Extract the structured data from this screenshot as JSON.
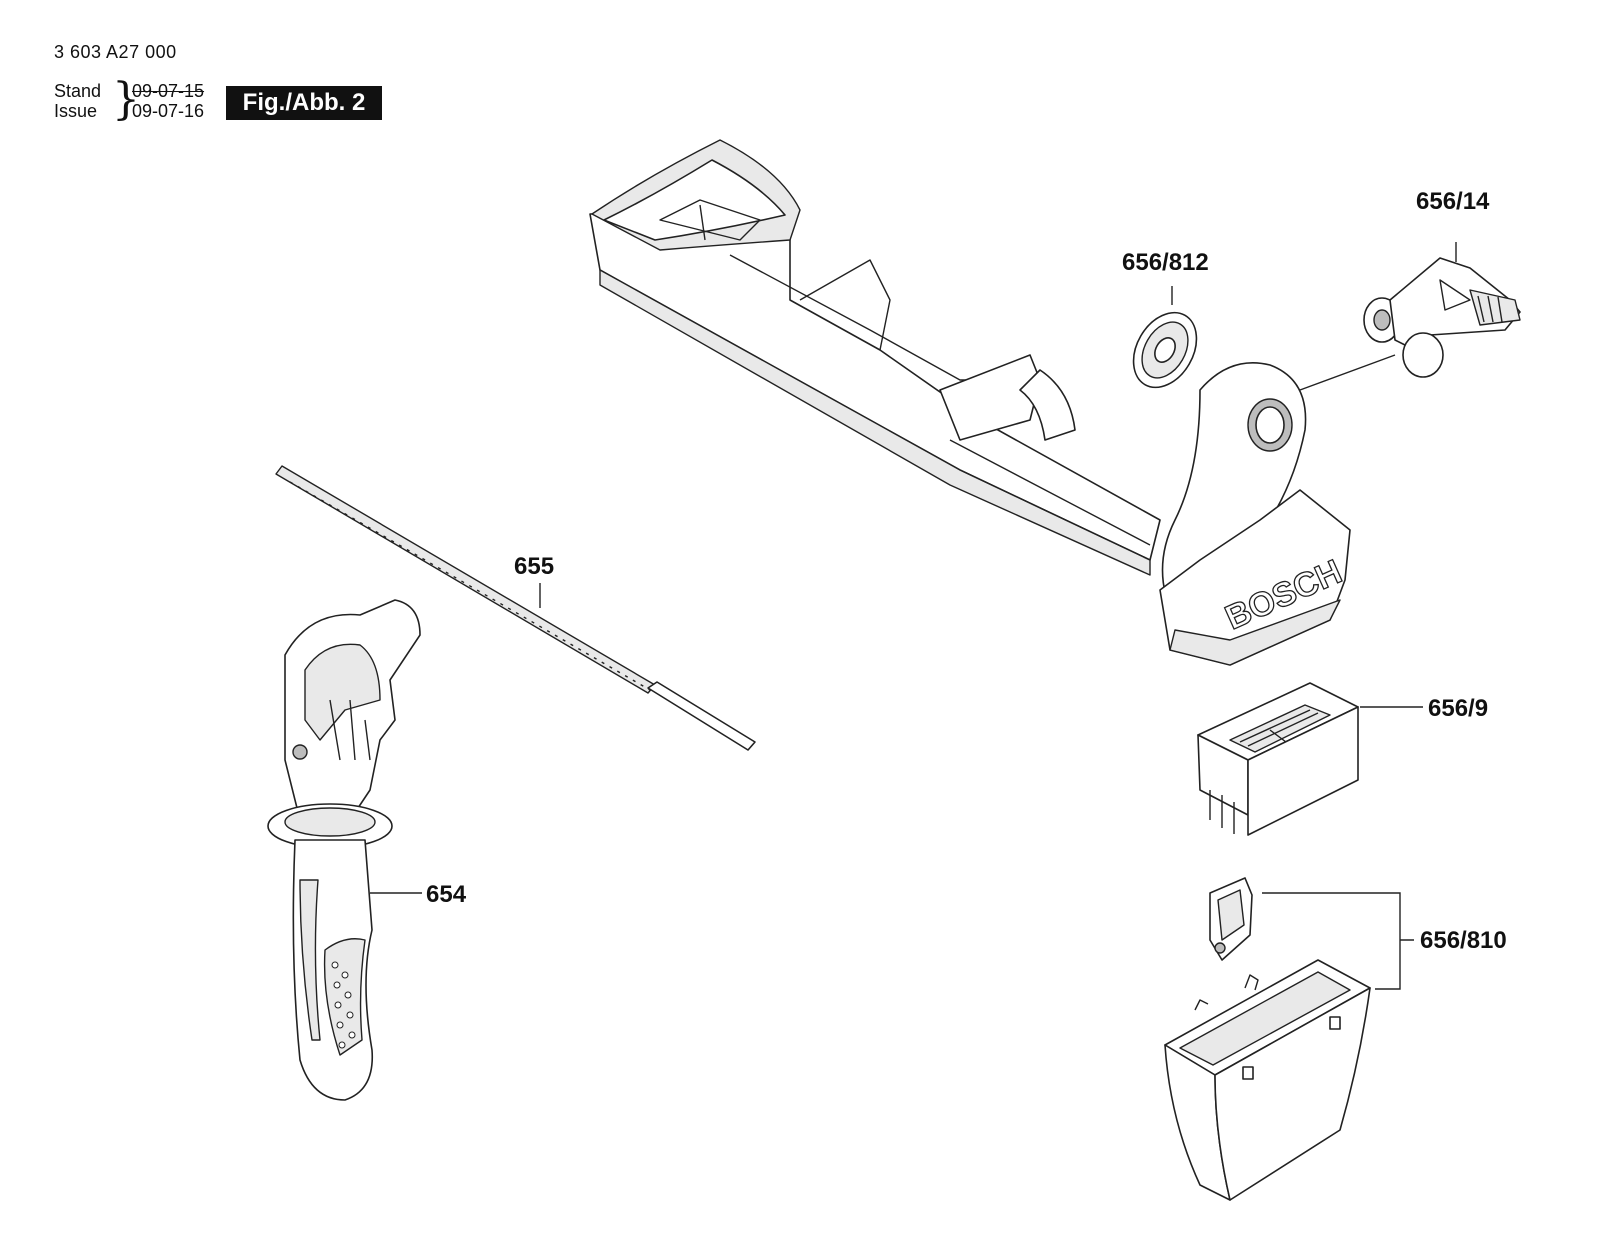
{
  "header": {
    "part_number": "3 603 A27 000",
    "stand_label": "Stand",
    "issue_label": "Issue",
    "stand_date": "09-07-15",
    "issue_date": "09-07-16",
    "figure_badge": "Fig./Abb. 2"
  },
  "brand": "BOSCH",
  "callouts": [
    {
      "id": "656-14",
      "label": "656/14"
    },
    {
      "id": "656-812",
      "label": "656/812"
    },
    {
      "id": "655",
      "label": "655"
    },
    {
      "id": "656-9",
      "label": "656/9"
    },
    {
      "id": "654",
      "label": "654"
    },
    {
      "id": "656-810",
      "label": "656/810"
    }
  ]
}
